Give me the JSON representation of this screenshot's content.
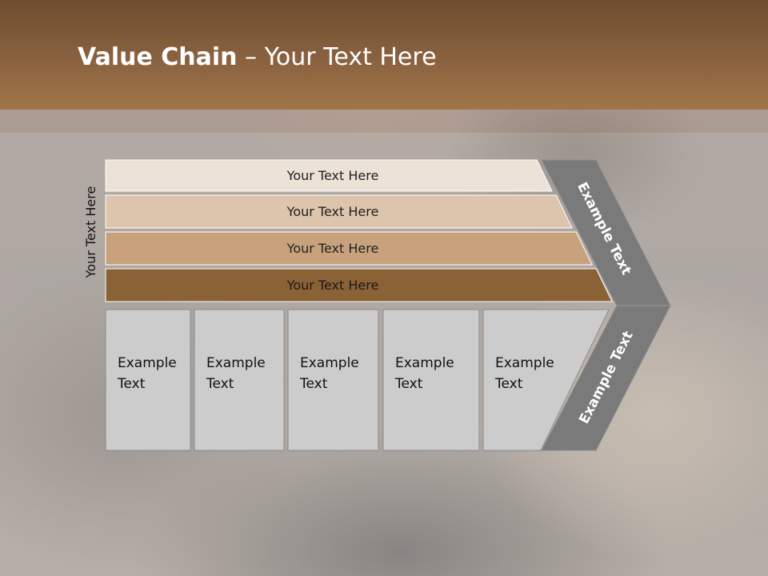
{
  "slide": {
    "title_bold": "Value Chain",
    "title_rest": " – Your Text Here",
    "side_label": "Your Text Here"
  },
  "bands": [
    {
      "label": "Your Text Here",
      "color": "#ece2d8"
    },
    {
      "label": "Your Text Here",
      "color": "#dcc5ac"
    },
    {
      "label": "Your Text Here",
      "color": "#c8a27c"
    },
    {
      "label": "Your Text Here",
      "color": "#8b6136"
    }
  ],
  "boxes": [
    {
      "line1": "Example",
      "line2": "Text"
    },
    {
      "line1": "Example",
      "line2": "Text"
    },
    {
      "line1": "Example",
      "line2": "Text"
    },
    {
      "line1": "Example",
      "line2": "Text"
    },
    {
      "line1": "Example",
      "line2": "Text"
    }
  ],
  "chevron": {
    "upper_label": "Example Text",
    "lower_label": "Example Text",
    "color": "#7a7a7a"
  },
  "colors": {
    "box_fill": "#cccccc",
    "box_stroke": "#8c8c8c",
    "title_bar": "#8a6240"
  }
}
